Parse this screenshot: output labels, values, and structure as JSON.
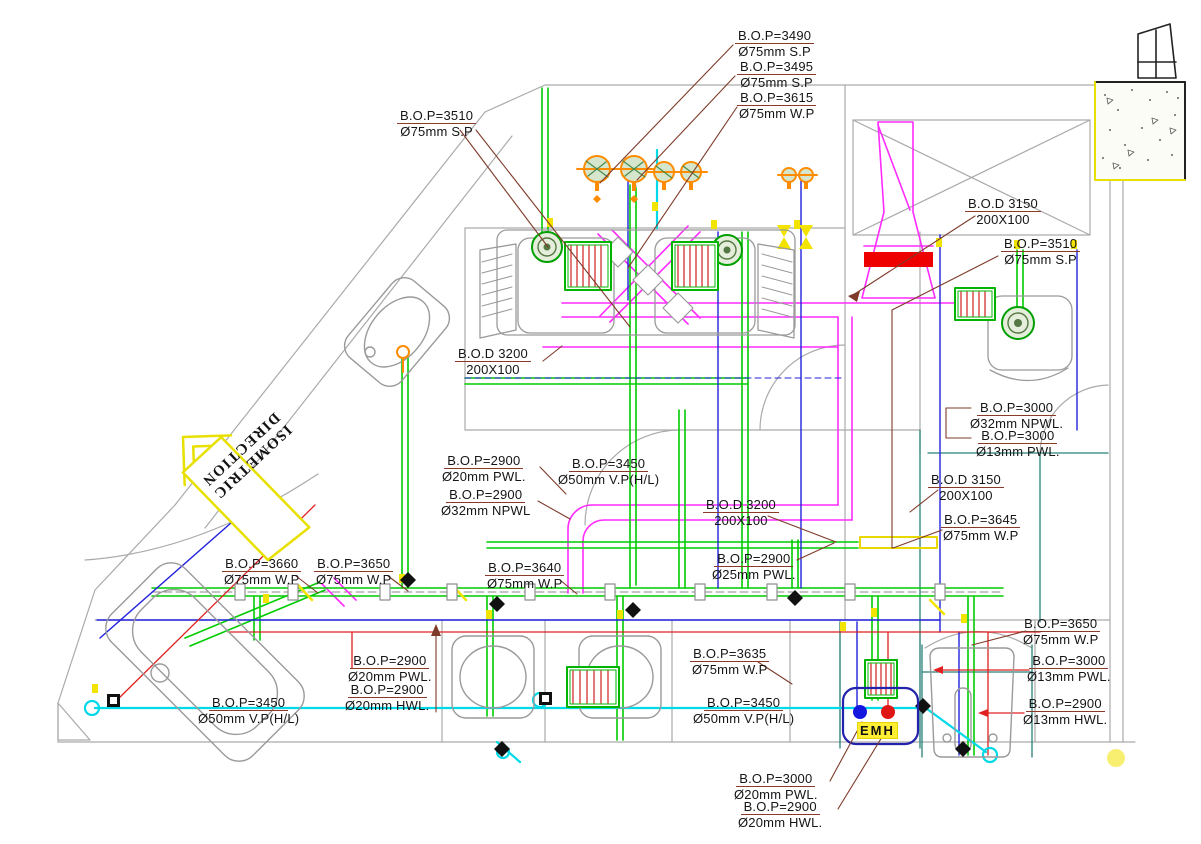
{
  "drawing": {
    "type": "plumbing-isometric-plan",
    "colors": {
      "pipe_green": "#00cc00",
      "duct_magenta": "#ff2bff",
      "pipe_blue": "#2222dd",
      "pipe_red": "#e02020",
      "pipe_cyan": "#00d9e8",
      "marker_yellow": "#f2e400",
      "room_teal": "#2a8078",
      "leader_brown": "#7e3b2a",
      "duct_band_red": "#ee0000"
    }
  },
  "iso_tag": {
    "line1": "ISOMETRIC",
    "line2": "DIRECTION"
  },
  "emh": {
    "label": "EMH"
  },
  "annotations": [
    {
      "line1": "B.O.P=3490",
      "line2": "Ø75mm  S.P"
    },
    {
      "line1": "B.O.P=3495",
      "line2": "Ø75mm  S.P"
    },
    {
      "line1": "B.O.P=3615",
      "line2": "Ø75mm  W.P"
    },
    {
      "line1": "B.O.P=3510",
      "line2": "Ø75mm  S.P"
    },
    {
      "line1": "B.O.D  3150",
      "line2": "200X100"
    },
    {
      "line1": "B.O.P=3510",
      "line2": "Ø75mm  S.P"
    },
    {
      "line1": "B.O.P=3000",
      "line2": "Ø32mm  NPWL."
    },
    {
      "line1": "B.O.P=3000",
      "line2": "Ø13mm  PWL."
    },
    {
      "line1": "B.O.D  3150",
      "line2": "200X100"
    },
    {
      "line1": "B.O.D  3200",
      "line2": "200X100"
    },
    {
      "line1": "B.O.P=2900",
      "line2": "Ø20mm  PWL."
    },
    {
      "line1": "B.O.P=2900",
      "line2": "Ø32mm  NPWL"
    },
    {
      "line1": "B.O.P=3450",
      "line2": "Ø50mm  V.P(H/L)"
    },
    {
      "line1": "B.O.D  3200",
      "line2": "200X100"
    },
    {
      "line1": "B.O.P=3645",
      "line2": "Ø75mm  W.P"
    },
    {
      "line1": "B.O.P=2900",
      "line2": "Ø25mm  PWL."
    },
    {
      "line1": "B.O.P=3660",
      "line2": "Ø75mm  W.P"
    },
    {
      "line1": "B.O.P=3650",
      "line2": "Ø75mm  W.P"
    },
    {
      "line1": "B.O.P=3640",
      "line2": "Ø75mm  W.P"
    },
    {
      "line1": "B.O.P=2900",
      "line2": "Ø20mm  PWL."
    },
    {
      "line1": "B.O.P=2900",
      "line2": "Ø20mm  HWL."
    },
    {
      "line1": "B.O.P=3450",
      "line2": "Ø50mm  V.P(H/L)"
    },
    {
      "line1": "B.O.P=3635",
      "line2": "Ø75mm  W.P"
    },
    {
      "line1": "B.O.P=3450",
      "line2": "Ø50mm  V.P(H/L)"
    },
    {
      "line1": "B.O.P=3650",
      "line2": "Ø75mm  W.P"
    },
    {
      "line1": "B.O.P=3000",
      "line2": "Ø13mm  PWL."
    },
    {
      "line1": "B.O.P=2900",
      "line2": "Ø13mm  HWL."
    },
    {
      "line1": "B.O.P=3000",
      "line2": "Ø20mm  PWL."
    },
    {
      "line1": "B.O.P=2900",
      "line2": "Ø20mm  HWL."
    }
  ]
}
